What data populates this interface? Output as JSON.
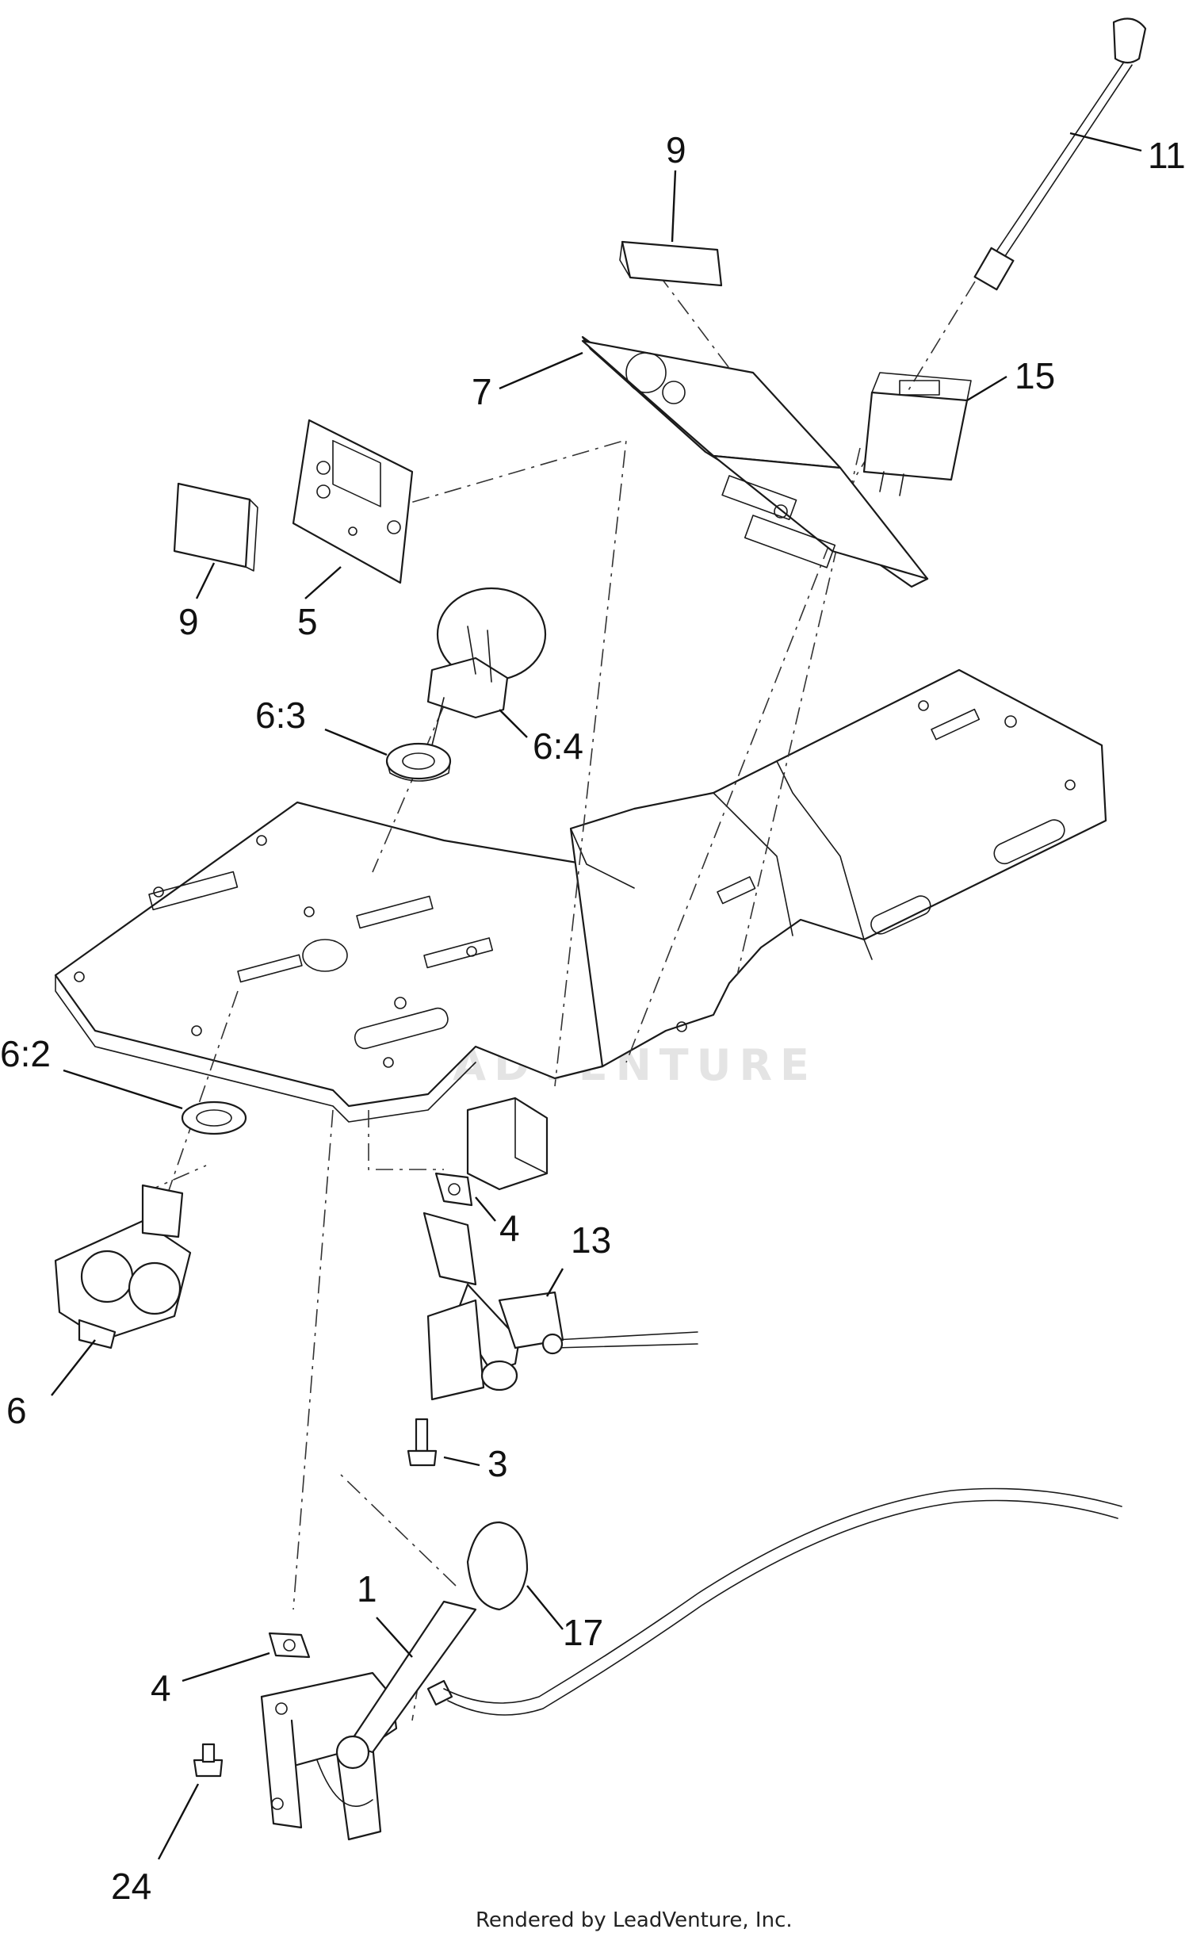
{
  "callouts": {
    "c9_top": "9",
    "c11": "11",
    "c15": "15",
    "c7": "7",
    "c9_left": "9",
    "c5": "5",
    "c6_3": "6:3",
    "c6_4": "6:4",
    "c6_2": "6:2",
    "c4_mid": "4",
    "c13": "13",
    "c6": "6",
    "c3": "3",
    "c1": "1",
    "c17": "17",
    "c4_low": "4",
    "c24": "24"
  },
  "watermark": "LEADVENTURE",
  "footer": "Rendered by LeadVenture, Inc."
}
